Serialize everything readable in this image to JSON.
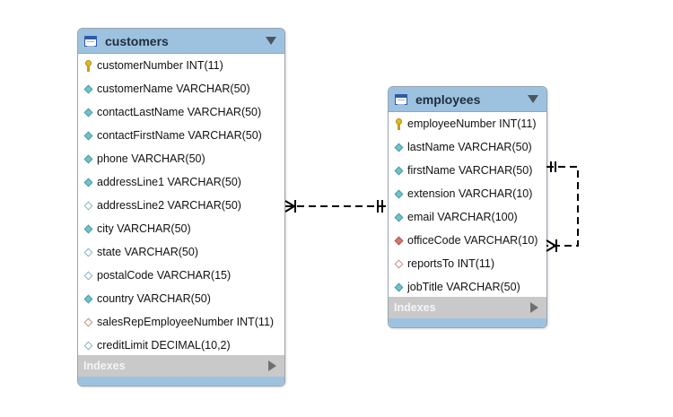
{
  "entities": {
    "customers": {
      "title": "customers",
      "columns": [
        {
          "name": "customerNumber INT(11)",
          "icon": "primary-key-icon"
        },
        {
          "name": "customerName VARCHAR(50)",
          "icon": "not-null-column-icon"
        },
        {
          "name": "contactLastName VARCHAR(50)",
          "icon": "not-null-column-icon"
        },
        {
          "name": "contactFirstName VARCHAR(50)",
          "icon": "not-null-column-icon"
        },
        {
          "name": "phone VARCHAR(50)",
          "icon": "not-null-column-icon"
        },
        {
          "name": "addressLine1 VARCHAR(50)",
          "icon": "not-null-column-icon"
        },
        {
          "name": "addressLine2 VARCHAR(50)",
          "icon": "nullable-column-icon"
        },
        {
          "name": "city VARCHAR(50)",
          "icon": "not-null-column-icon"
        },
        {
          "name": "state VARCHAR(50)",
          "icon": "nullable-column-icon"
        },
        {
          "name": "postalCode VARCHAR(15)",
          "icon": "nullable-column-icon"
        },
        {
          "name": "country VARCHAR(50)",
          "icon": "not-null-column-icon"
        },
        {
          "name": "salesRepEmployeeNumber INT(11)",
          "icon": "nullable-foreign-key-icon"
        },
        {
          "name": "creditLimit DECIMAL(10,2)",
          "icon": "nullable-column-icon"
        }
      ],
      "indexes_label": "Indexes"
    },
    "employees": {
      "title": "employees",
      "columns": [
        {
          "name": "employeeNumber INT(11)",
          "icon": "primary-key-icon"
        },
        {
          "name": "lastName VARCHAR(50)",
          "icon": "not-null-column-icon"
        },
        {
          "name": "firstName VARCHAR(50)",
          "icon": "not-null-column-icon"
        },
        {
          "name": "extension VARCHAR(10)",
          "icon": "not-null-column-icon"
        },
        {
          "name": "email VARCHAR(100)",
          "icon": "not-null-column-icon"
        },
        {
          "name": "officeCode VARCHAR(10)",
          "icon": "foreign-key-icon"
        },
        {
          "name": "reportsTo INT(11)",
          "icon": "nullable-foreign-key-icon"
        },
        {
          "name": "jobTitle VARCHAR(50)",
          "icon": "not-null-column-icon"
        }
      ],
      "indexes_label": "Indexes"
    }
  },
  "colors": {
    "header": "#9dc2e0",
    "indexes_bar": "#c9c9c9",
    "connector": "#000000"
  }
}
